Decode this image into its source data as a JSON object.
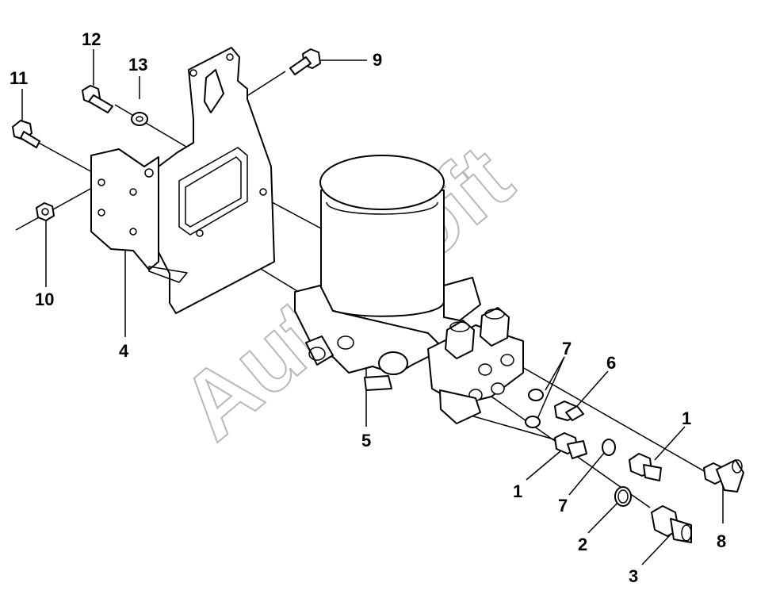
{
  "watermark": "AutoSoft",
  "callouts": {
    "c1a": "1",
    "c1b": "1",
    "c2": "2",
    "c3": "3",
    "c4": "4",
    "c5": "5",
    "c6": "6",
    "c7a": "7",
    "c7b": "7",
    "c8": "8",
    "c9": "9",
    "c10": "10",
    "c11": "11",
    "c12": "12",
    "c13": "13"
  }
}
